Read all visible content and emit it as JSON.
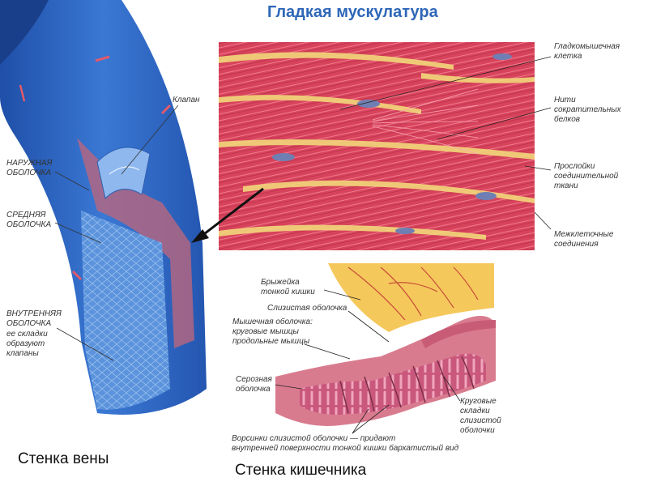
{
  "title": "Гладкая мускулатура",
  "colors": {
    "title": "#2e67b8",
    "vein_blue": "#2f66c8",
    "muscle_red": "#d9455f",
    "connective_yellow": "#f2d77a",
    "intestine_pink": "#c24a6d",
    "mesentery_yellow": "#f5c85c"
  },
  "vein": {
    "caption": "Стенка вены",
    "labels": {
      "valve": "Клапан",
      "outer": "НАРУЖНАЯ\nОБОЛОЧКА",
      "middle": "СРЕДНЯЯ\nОБОЛОЧКА",
      "inner": "ВНУТРЕННЯЯ\nОБОЛОЧКА",
      "inner_note": "ее складки\nобразуют\nклапаны"
    }
  },
  "muscle": {
    "labels": {
      "cell": "Гладкомышечная\nклетка",
      "filaments": "Нити\nсократительных\nбелков",
      "connective": "Прослойки\nсоединительной\nткани",
      "junctions": "Межклеточные\nсоединения"
    }
  },
  "intestine": {
    "caption": "Стенка кишечника",
    "labels": {
      "mesentery": "Брыжейка\nтонкой кишки",
      "mucosa": "Слизистая оболочка",
      "muscular": "Мышечная оболочка:\nкруговые мышцы\nпродольные мышцы",
      "serosa": "Серозная\nоболочка",
      "folds": "Круговые\nскладки\nслизистой\nоболочки",
      "villi": "Ворсинки слизистой оболочки — придают\nвнутренней поверхности тонкой кишки бархатистый вид"
    }
  }
}
